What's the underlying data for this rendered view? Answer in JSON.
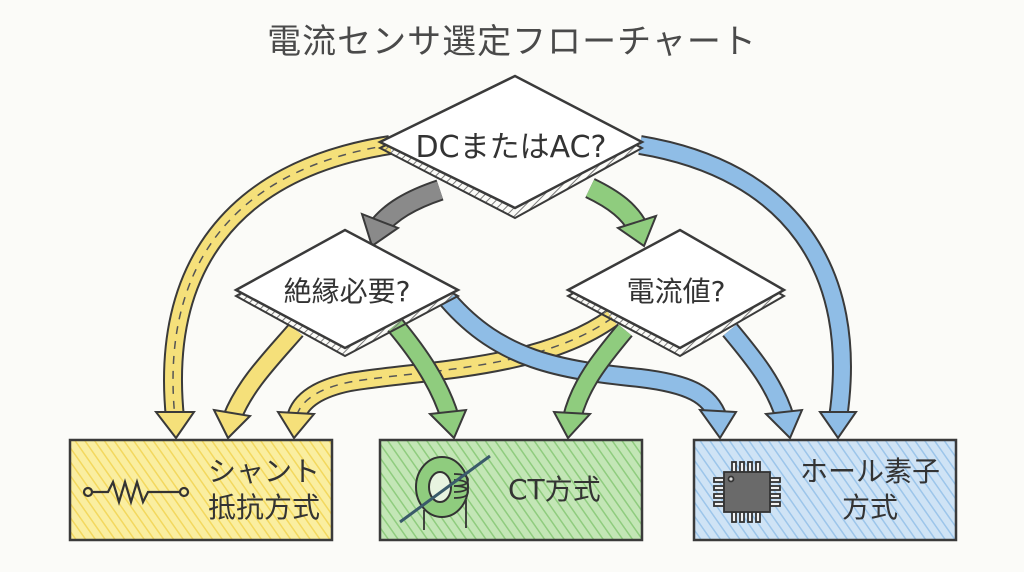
{
  "title": "電流センサ選定フローチャート",
  "decisions": {
    "root": {
      "label": "DCまたはAC?"
    },
    "insulation": {
      "label": "絶縁必要?"
    },
    "current": {
      "label": "電流値?"
    }
  },
  "outcomes": {
    "shunt": {
      "line1": "シャント",
      "line2": "抵抗方式",
      "icon": "resistor-icon"
    },
    "ct": {
      "line1": "CT方式",
      "icon": "toroid-coil-icon"
    },
    "hall": {
      "line1": "ホール素子",
      "line2": "方式",
      "icon": "ic-chip-icon"
    }
  },
  "colors": {
    "shunt": "#f5e07a",
    "ct": "#8fcc7e",
    "hall": "#8fbde6",
    "neutral": "#8a8a8a",
    "outline": "#3a3a3a"
  }
}
